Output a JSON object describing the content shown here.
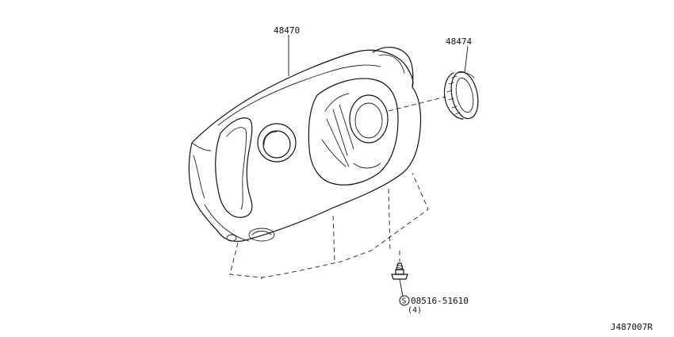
{
  "parts": {
    "cover_part_number": "48470",
    "cap_part_number": "48474",
    "screw_part_number": "08516-51610",
    "screw_symbol": "S",
    "screw_quantity": "(4)"
  },
  "diagram_id": "J487007R"
}
